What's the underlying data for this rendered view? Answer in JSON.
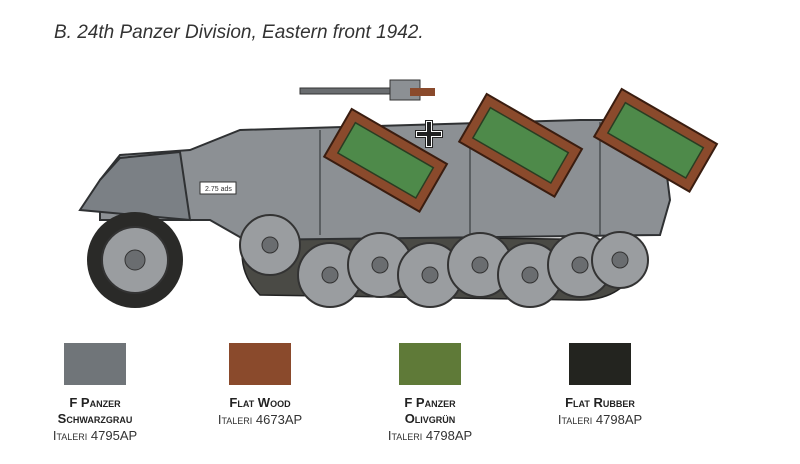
{
  "caption": "B. 24th Panzer Division, Eastern front 1942.",
  "vehicle": {
    "plate": "2.75 ads"
  },
  "paints": [
    {
      "name_line1": "F Panzer",
      "name_line2": "Schwarzgrau",
      "code": "Italeri 4795AP",
      "color": "#707579"
    },
    {
      "name_line1": "Flat Wood",
      "name_line2": "",
      "code": "Italeri 4673AP",
      "color": "#8a4a2c"
    },
    {
      "name_line1": "F Panzer",
      "name_line2": "Olivgrün",
      "code": "Italeri 4798AP",
      "color": "#5f7a38"
    },
    {
      "name_line1": "Flat Rubber",
      "name_line2": "",
      "code": "Italeri 4798AP",
      "color": "#23241f"
    }
  ]
}
